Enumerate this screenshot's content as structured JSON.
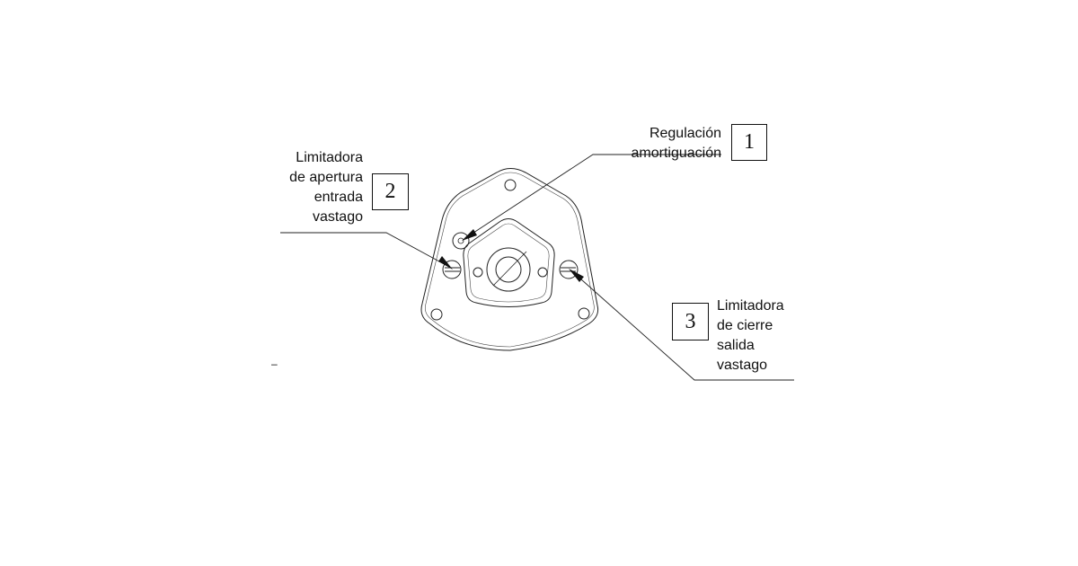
{
  "callouts": [
    {
      "number": "1",
      "lines": [
        "Regulación",
        "amortiguación"
      ]
    },
    {
      "number": "2",
      "lines": [
        "Limitadora",
        "de apertura",
        "entrada",
        "vastago"
      ]
    },
    {
      "number": "3",
      "lines": [
        "Limitadora",
        "de cierre",
        "salida",
        "vastago"
      ]
    }
  ],
  "stray_mark": "–"
}
